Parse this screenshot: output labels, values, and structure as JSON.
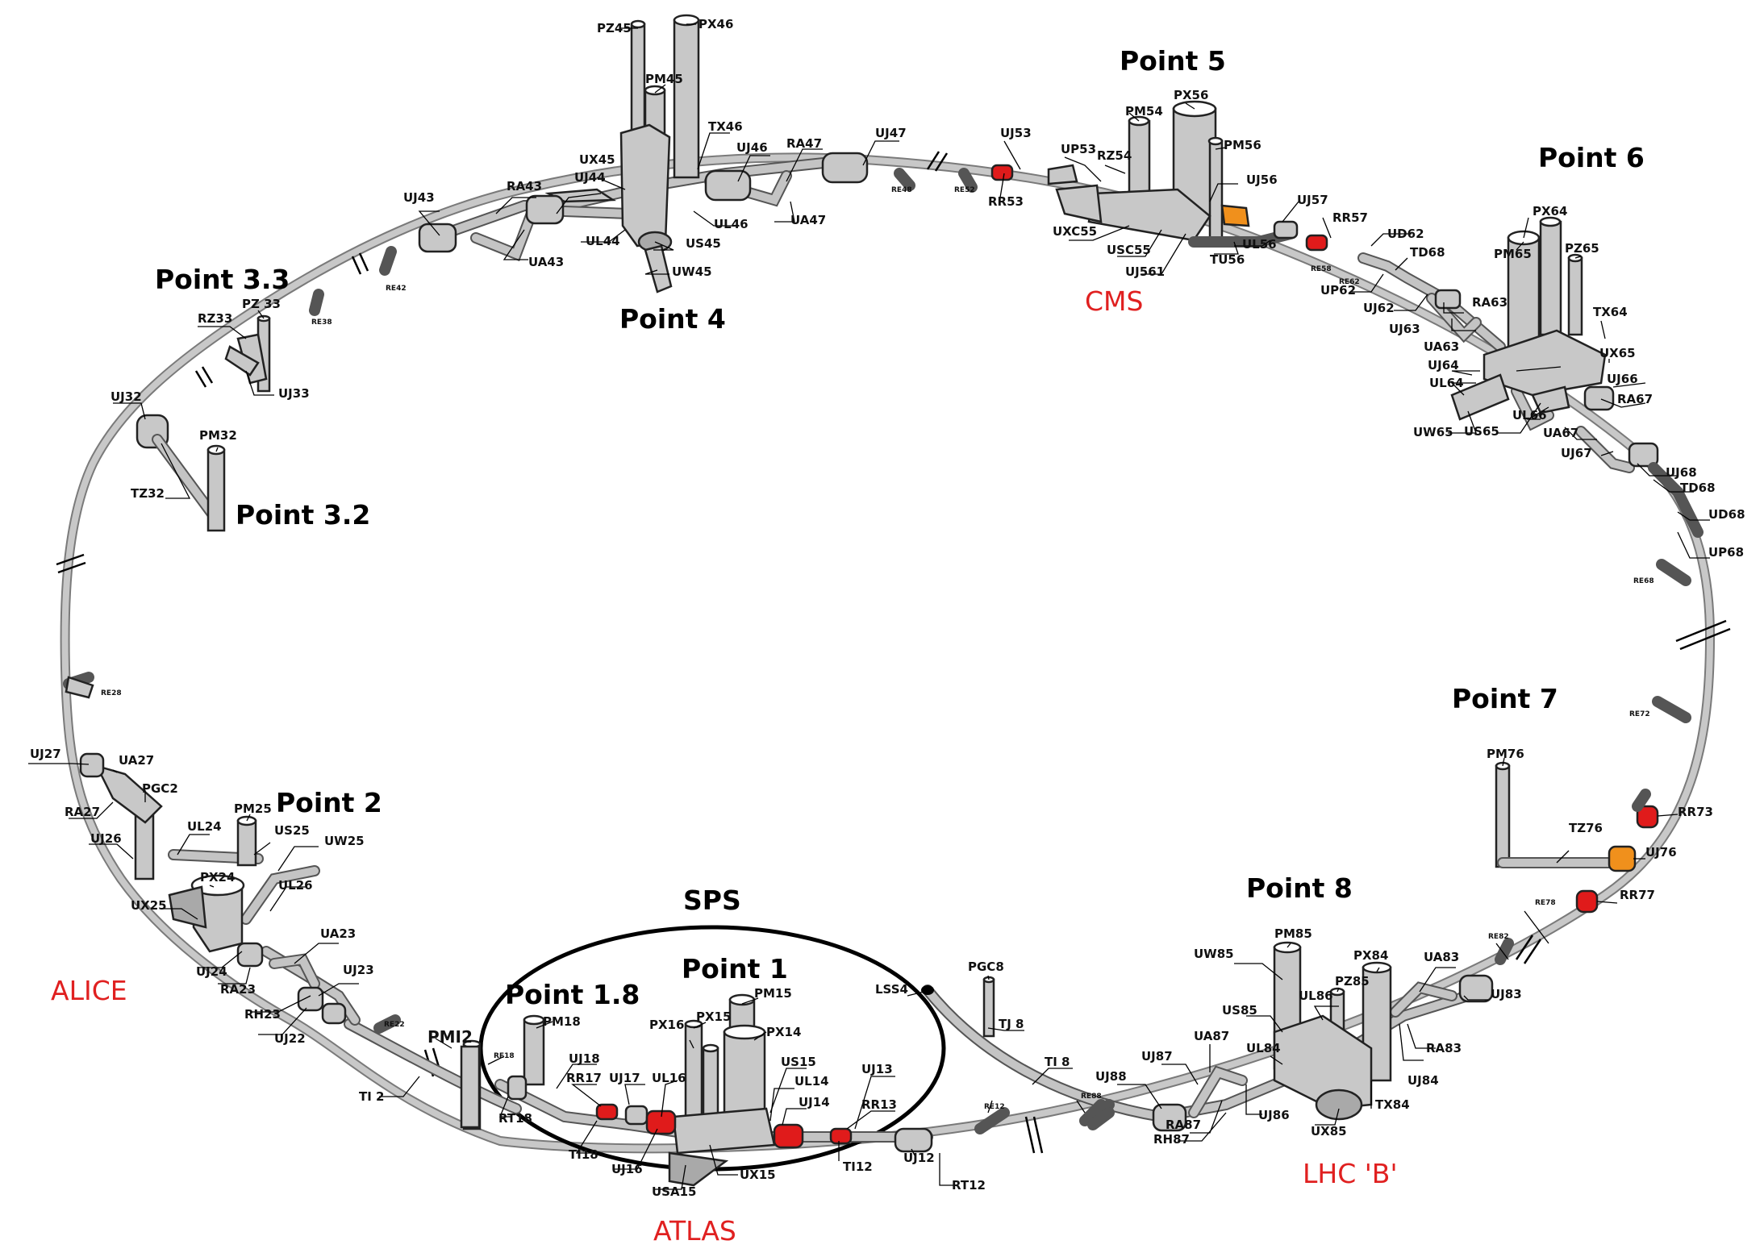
{
  "points": {
    "p1": "Point 1",
    "p18": "Point 1.8",
    "p2": "Point 2",
    "p32": "Point 3.2",
    "p33": "Point 3.3",
    "p4": "Point 4",
    "p5": "Point 5",
    "p6": "Point 6",
    "p7": "Point 7",
    "p8": "Point 8"
  },
  "experiments": {
    "atlas": "ATLAS",
    "alice": "ALICE",
    "cms": "CMS",
    "lhcb": "LHC 'B'"
  },
  "sps": "SPS",
  "colors": {
    "ring": "#7a7a7a",
    "structure": "#c8c8c8",
    "highlight_red": "#e01b1b",
    "highlight_orange": "#f0901c",
    "experiment_text": "#e02020"
  },
  "labels": {
    "pz45": "PZ45",
    "px46": "PX46",
    "pm45": "PM45",
    "tx46": "TX46",
    "uj46": "UJ46",
    "ra47": "RA47",
    "uj47": "UJ47",
    "ux45": "UX45",
    "uj44": "UJ44",
    "ra43": "RA43",
    "uj43": "UJ43",
    "ua43": "UA43",
    "ul44": "UL44",
    "us45": "US45",
    "uw45": "UW45",
    "ul46": "UL46",
    "ua47": "UA47",
    "re48": "RE48",
    "re52": "RE52",
    "uj53": "UJ53",
    "rr53": "RR53",
    "re42": "RE42",
    "re38": "RE38",
    "px56": "PX56",
    "pm54": "PM54",
    "pm56": "PM56",
    "up53": "UP53",
    "rz54": "RZ54",
    "uj56": "UJ56",
    "uj57": "UJ57",
    "rr57": "RR57",
    "uxc55": "UXC55",
    "usc55": "USC55",
    "uj561": "UJ561",
    "ul56": "UL56",
    "tu56": "TU56",
    "re58": "RE58",
    "re62": "RE62",
    "up62": "UP62",
    "px64": "PX64",
    "pz65": "PZ65",
    "pm65": "PM65",
    "ud62": "UD62",
    "td68a": "TD68",
    "uj62": "UJ62",
    "uj63": "UJ63",
    "ra63": "RA63",
    "tx64": "TX64",
    "ua63": "UA63",
    "uj64": "UJ64",
    "ul64": "UL64",
    "ux65": "UX65",
    "uj66": "UJ66",
    "ra67": "RA67",
    "uw65": "UW65",
    "us65": "US65",
    "ul66": "UL66",
    "ua67": "UA67",
    "uj67": "UJ67",
    "uj68": "UJ68",
    "td68b": "TD68",
    "ud68": "UD68",
    "up68": "UP68",
    "re68": "RE68",
    "re72": "RE72",
    "pm76": "PM76",
    "tz76": "TZ76",
    "rr73": "RR73",
    "uj76": "UJ76",
    "rr77": "RR77",
    "re78": "RE78",
    "re82": "RE82",
    "pm85": "PM85",
    "uw85": "UW85",
    "px84": "PX84",
    "pz85": "PZ85",
    "ua83": "UA83",
    "ul86": "UL86",
    "us85": "US85",
    "uj83": "UJ83",
    "ua87": "UA87",
    "ul84": "UL84",
    "ra83": "RA83",
    "uj87": "UJ87",
    "uj84": "UJ84",
    "uj88": "UJ88",
    "ra87": "RA87",
    "uj86": "UJ86",
    "rh87": "RH87",
    "ux85": "UX85",
    "tx84": "TX84",
    "re88": "RE88",
    "pgc8": "PGC8",
    "lss4": "LSS4",
    "tj8": "TJ 8",
    "ti8": "TI 8",
    "re12": "RE12",
    "pm15": "PM15",
    "px15": "PX15",
    "px16": "PX16",
    "px14": "PX14",
    "us15": "US15",
    "ul16": "UL16",
    "ul14": "UL14",
    "uj13": "UJ13",
    "uj14": "UJ14",
    "rr13": "RR13",
    "uj18": "UJ18",
    "uj17": "UJ17",
    "rr17": "RR17",
    "pm18": "PM18",
    "re18": "RE18",
    "rt18": "RT18",
    "ti18": "TI18",
    "uj16": "UJ16",
    "usa15": "USA15",
    "ux15": "UX15",
    "ti12": "TI12",
    "uj12": "UJ12",
    "rt12": "RT12",
    "pmi2": "PMI2",
    "ti2": "TI 2",
    "re22": "RE22",
    "uj22": "UJ22",
    "rh23": "RH23",
    "uj23": "UJ23",
    "ra23": "RA23",
    "ua23": "UA23",
    "uj24": "UJ24",
    "ul26": "UL26",
    "ux25": "UX25",
    "px24": "PX24",
    "uw25": "UW25",
    "us25": "US25",
    "pm25": "PM25",
    "ul24": "UL24",
    "uj26": "UJ26",
    "ra27": "RA27",
    "pgc2": "PGC2",
    "ua27": "UA27",
    "uj27": "UJ27",
    "re28": "RE28",
    "tz32": "TZ32",
    "pm32": "PM32",
    "uj32": "UJ32",
    "uj33": "UJ33",
    "pz33": "PZ 33",
    "rz33": "RZ33"
  }
}
